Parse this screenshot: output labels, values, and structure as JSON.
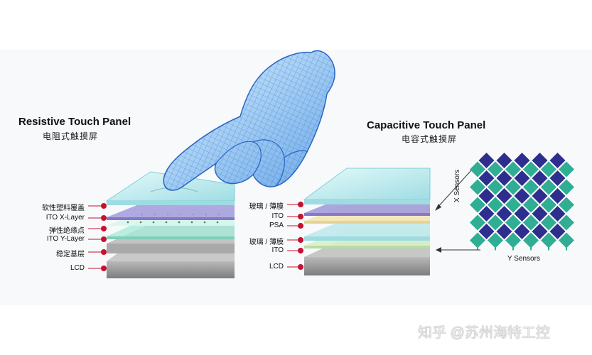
{
  "resistive": {
    "title": "Resistive Touch Panel",
    "subtitle": "电阻式触摸屏",
    "layers": [
      "软性塑料覆盖",
      "ITO X-Layer",
      "弹性绝缘点",
      "ITO Y-Layer",
      "稳定基层",
      "LCD"
    ]
  },
  "capacitive": {
    "title": "Capacitive Touch Panel",
    "subtitle": "电容式触摸屏",
    "layers": [
      "玻璃 / 薄膜",
      "ITO",
      "PSA",
      "玻璃 / 薄膜",
      "ITO",
      "LCD"
    ]
  },
  "sensors": {
    "x_label": "X Sensors",
    "y_label": "Y Sensors"
  },
  "watermark": "知乎 @苏州海特工控",
  "colors": {
    "glass": "#bfe9ec",
    "ito_purple": "#9d8fd6",
    "psa": "#f3e6b8",
    "lcd": "#8a8a8a",
    "base": "#a8a8a8",
    "marker": "#c8102e",
    "x_sensor": "#2e2e8f",
    "y_sensor": "#2fae94"
  }
}
